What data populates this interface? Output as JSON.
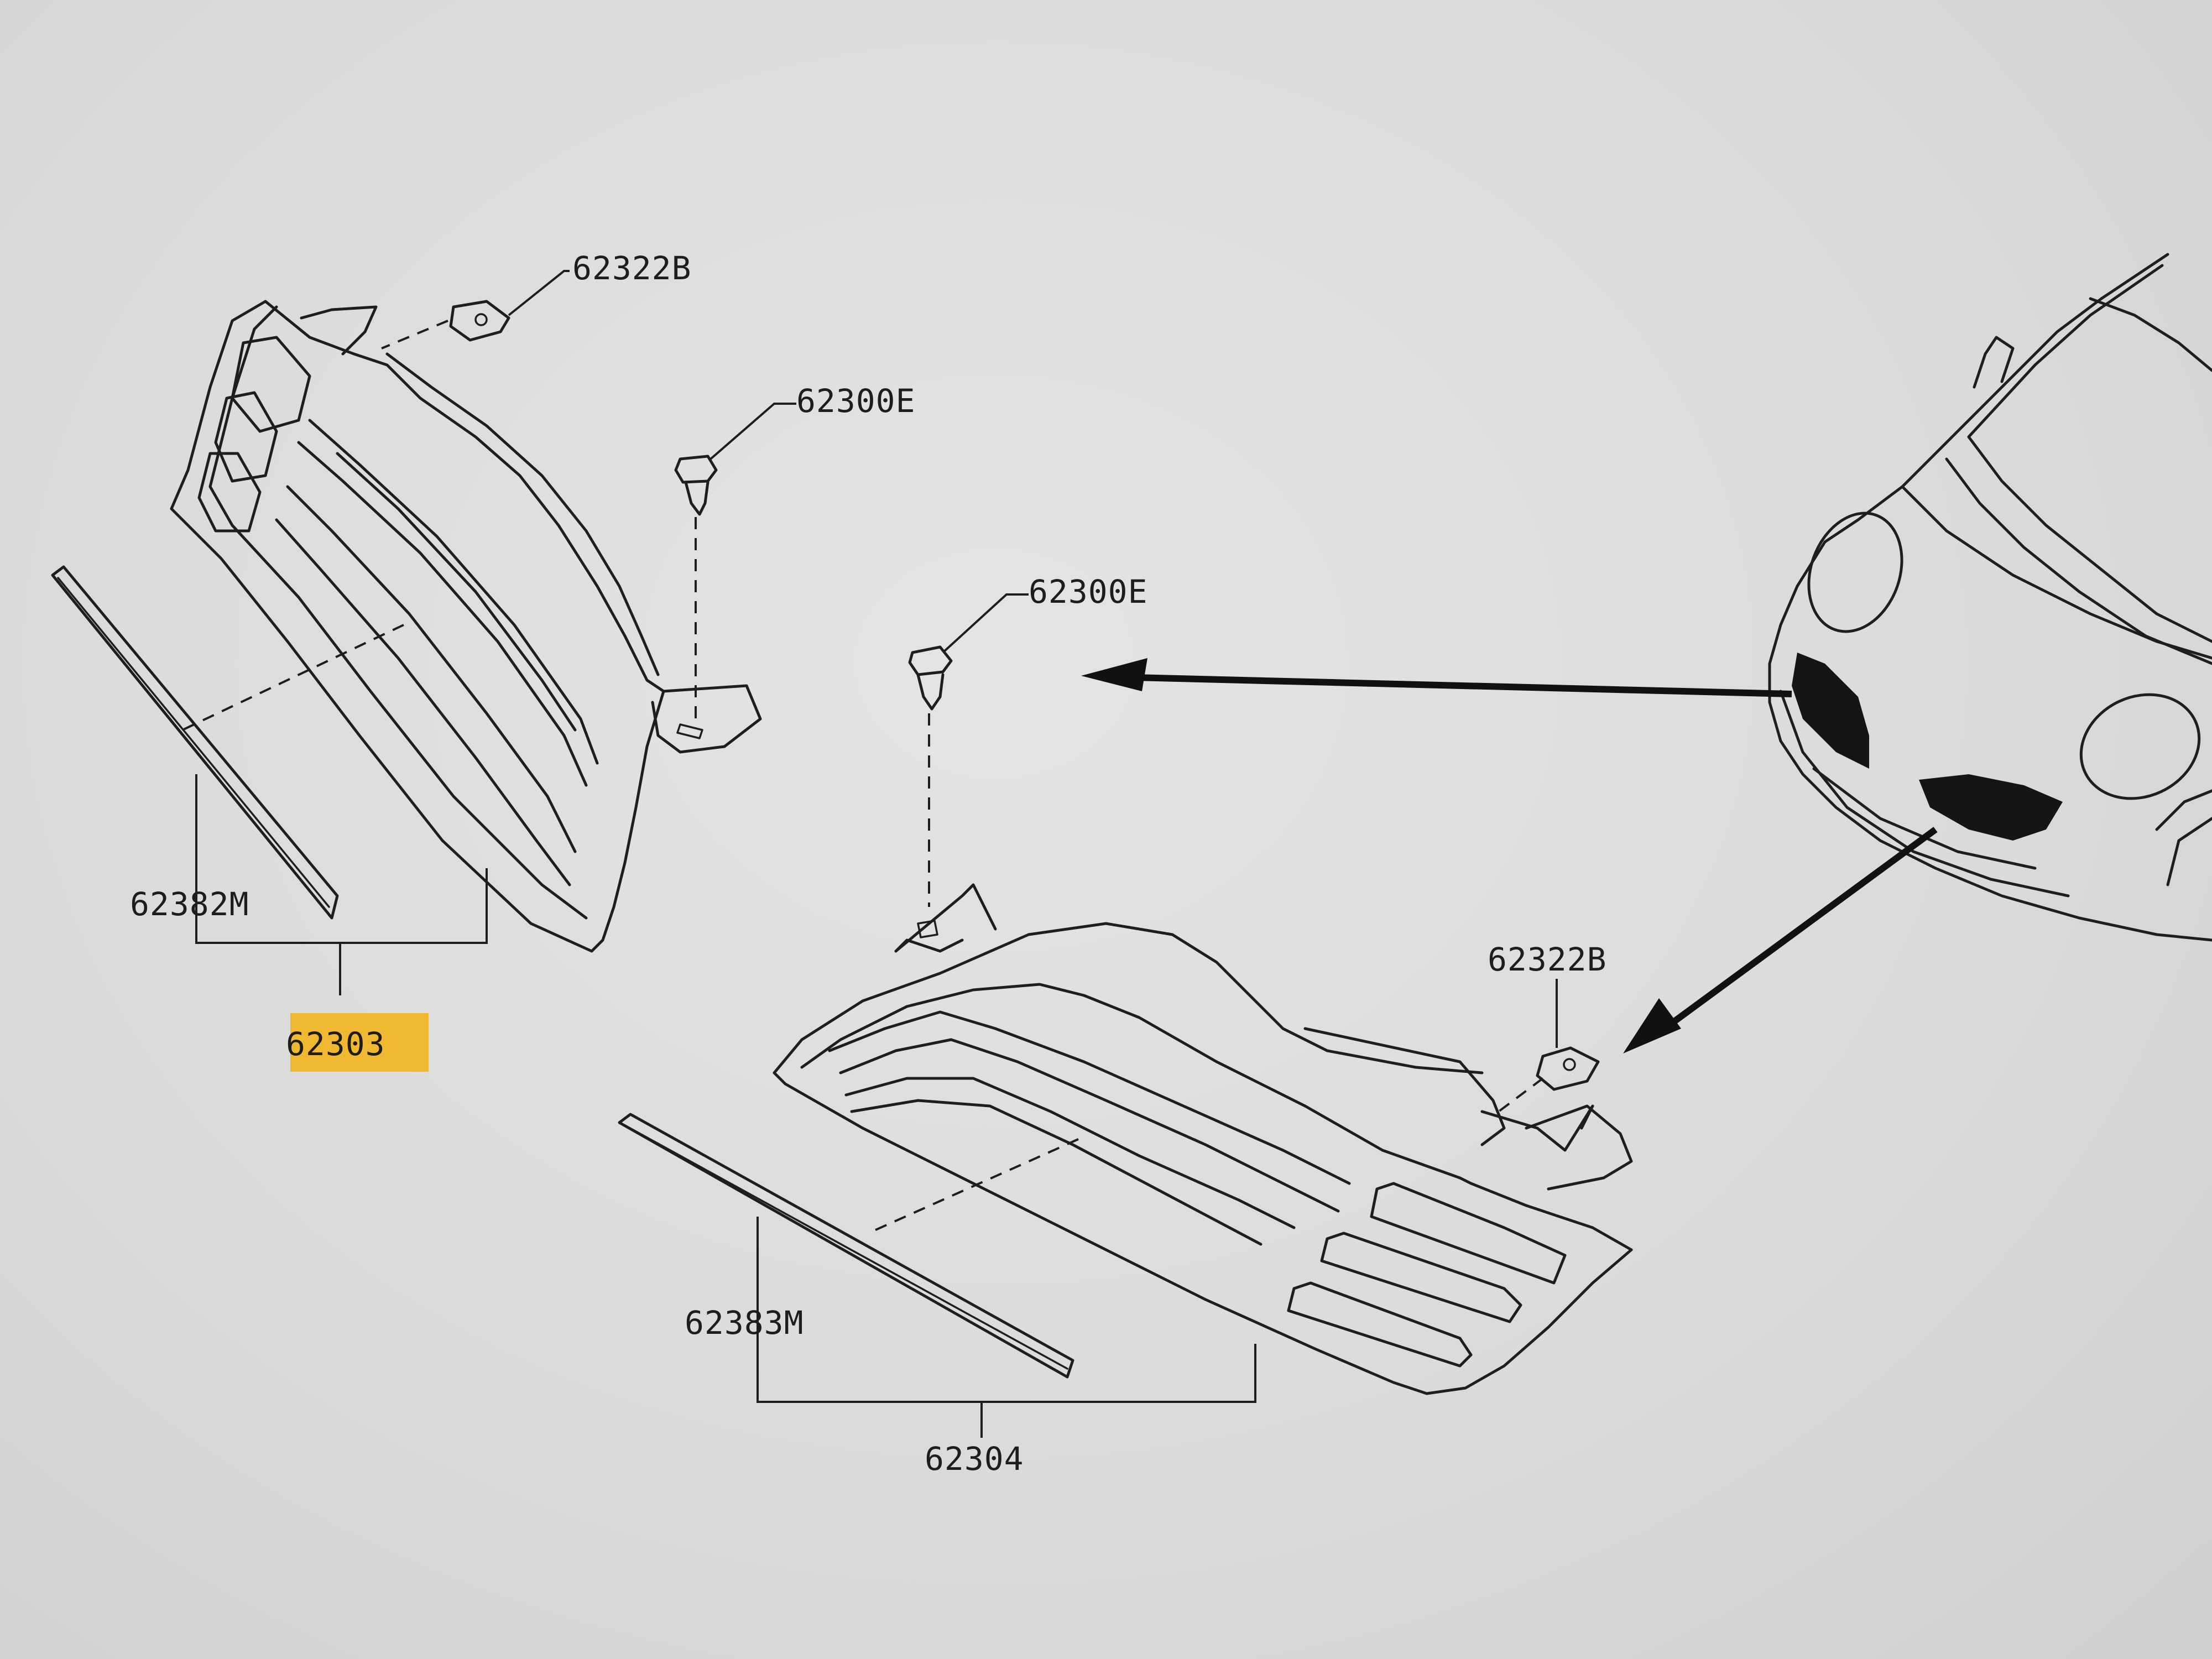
{
  "diagram": {
    "labels": {
      "clip_upper_left": "62322B",
      "fastener_upper": "62300E",
      "fastener_lower": "62300E",
      "molding_left": "62382M",
      "grille_left": "62303",
      "clip_lower_right": "62322B",
      "molding_lower": "62383M",
      "grille_lower": "62304"
    },
    "highlight_color": "#f2b21d",
    "line_color": "#1e1e1e",
    "background_color": "#dcdcda"
  }
}
